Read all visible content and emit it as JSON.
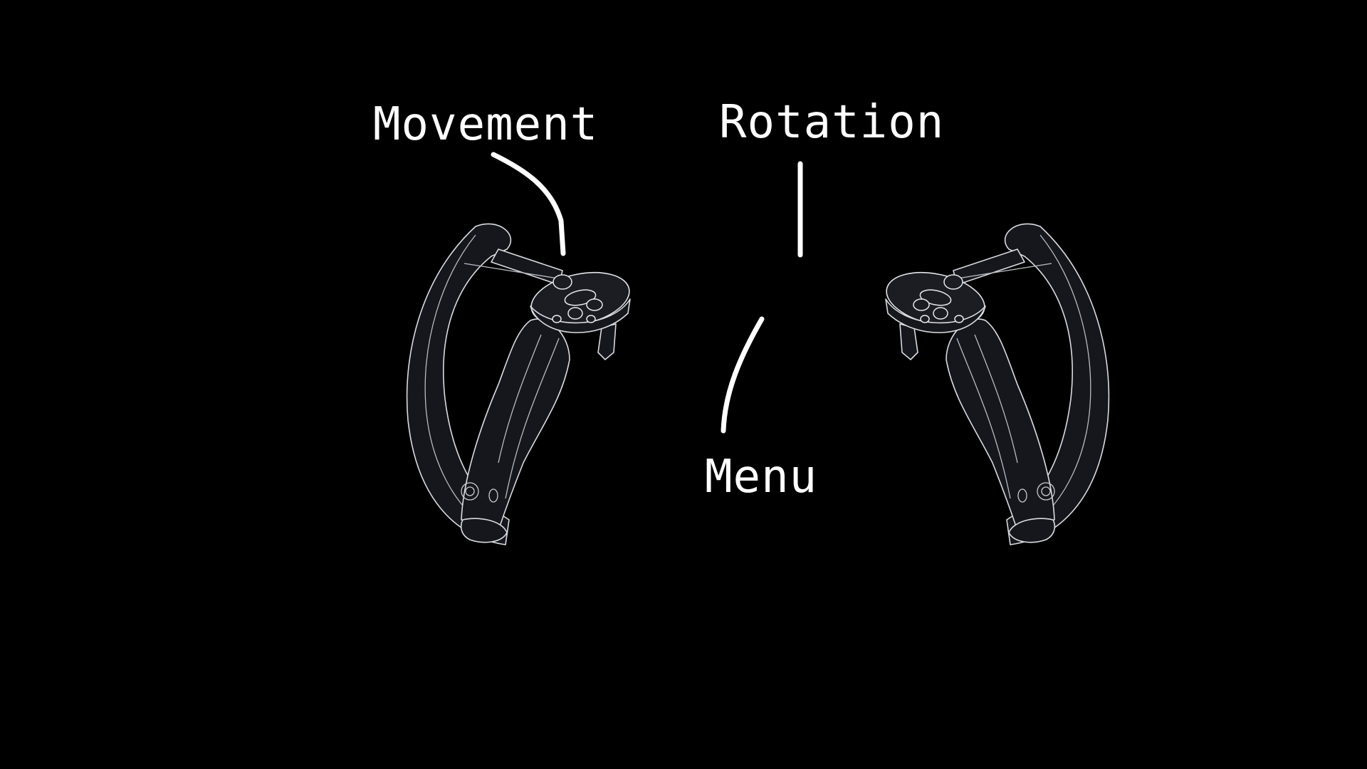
{
  "labels": {
    "movement": "Movement",
    "rotation": "Rotation",
    "menu": "Menu"
  },
  "colors": {
    "background": "#000000",
    "controller_fill": "#15171c",
    "controller_outline": "#d9dbe0",
    "label_text": "#ffffff",
    "leader_line": "#ffffff"
  },
  "icons": {
    "left_controller": "vr-controller-left-icon",
    "right_controller": "vr-controller-right-icon"
  }
}
